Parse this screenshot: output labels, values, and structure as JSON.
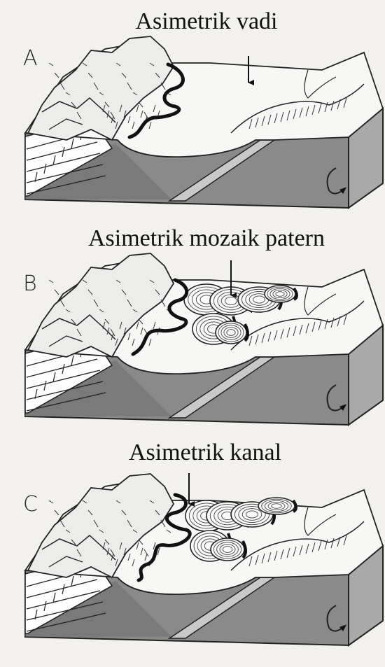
{
  "panels": [
    {
      "letter": "A",
      "title": "Asimetrik vadi"
    },
    {
      "letter": "B",
      "title": "Asimetrik mozaik patern"
    },
    {
      "letter": "C",
      "title": "Asimetrik kanal"
    }
  ],
  "colors": {
    "page": "#f2f1ee",
    "block_front": "#8a8a8a",
    "block_side": "#a9a9a9",
    "dark_layer": "#6e6e6e",
    "surface": "#f7f7f5",
    "river": "#111111"
  }
}
